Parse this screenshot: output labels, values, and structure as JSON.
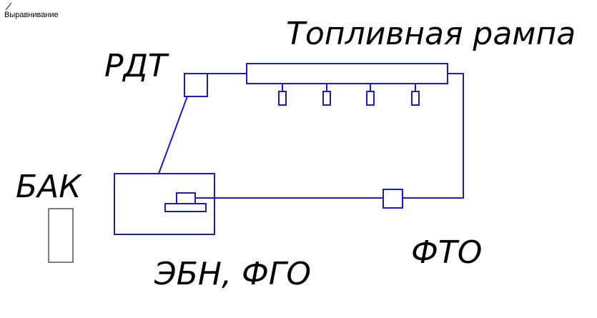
{
  "toolbar": {
    "alignment_label": "Выравнивание"
  },
  "labels": {
    "fuel_rail": "Топливная рампа",
    "pressure_regulator": "РДТ",
    "tank": "БАК",
    "pump_module": "ЭБН, ФГО",
    "fuel_filter": "ФТО"
  },
  "colors": {
    "line": "#1a1acc",
    "text": "#000000",
    "outline": "#000000"
  }
}
